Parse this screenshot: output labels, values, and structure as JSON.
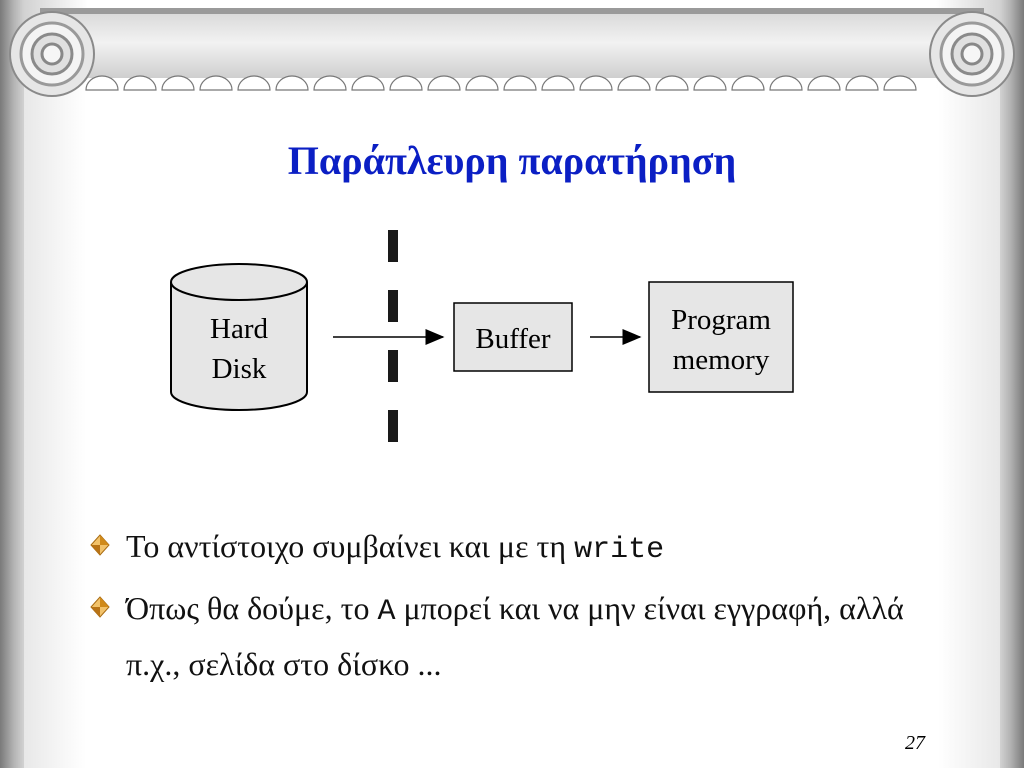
{
  "slide": {
    "title": "Παράπλευρη παρατήρηση",
    "page_number": "27"
  },
  "diagram": {
    "hard_disk": {
      "line1": "Hard",
      "line2": "Disk"
    },
    "buffer": "Buffer",
    "program_memory": {
      "line1": "Program",
      "line2": "memory"
    }
  },
  "bullets": [
    {
      "text_before": "Το αντίστοιχο συμβαίνει και με τη ",
      "code": "write",
      "text_after": ""
    },
    {
      "text_before": "Όπως θα δούμε, το ",
      "code": "A",
      "text_after": " μπορεί και να μην είναι εγγραφή, αλλά π.χ., σελίδα στο δίσκο ..."
    }
  ],
  "colors": {
    "title": "#0b1fc4",
    "bullet_marker": "#d08a1a"
  }
}
